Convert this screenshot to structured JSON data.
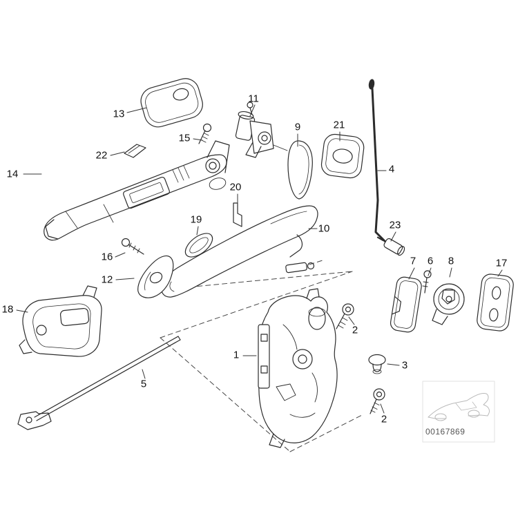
{
  "diagram": {
    "watermark": {
      "id_number": "00167869"
    },
    "labels": [
      {
        "text": "13"
      },
      {
        "text": "11"
      },
      {
        "text": "9"
      },
      {
        "text": "21"
      },
      {
        "text": "4"
      },
      {
        "text": "14"
      },
      {
        "text": "22"
      },
      {
        "text": "15"
      },
      {
        "text": "20"
      },
      {
        "text": "23"
      },
      {
        "text": "16"
      },
      {
        "text": "19"
      },
      {
        "text": "10"
      },
      {
        "text": "12"
      },
      {
        "text": "7"
      },
      {
        "text": "6"
      },
      {
        "text": "8"
      },
      {
        "text": "17"
      },
      {
        "text": "18"
      },
      {
        "text": "1"
      },
      {
        "text": "2"
      },
      {
        "text": "3"
      },
      {
        "text": "5"
      },
      {
        "text": "2"
      }
    ]
  }
}
